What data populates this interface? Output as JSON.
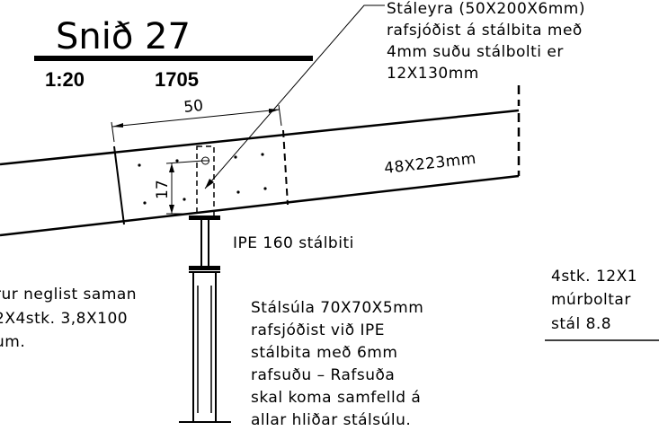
{
  "title": {
    "text": "Snið 27",
    "scale": "1:20",
    "drawing_no": "1705"
  },
  "notes": {
    "bracket": [
      "Stáleyra (50X200X6mm)",
      "rafsjóðist á stálbita með",
      "4mm suðu stálbolti er",
      "12X130mm"
    ],
    "beam_size": "48X223mm",
    "steel_beam": "IPE 160 stálbiti",
    "left_note": [
      "rur neglist saman",
      "2X4stk. 3,8X100",
      "um."
    ],
    "column": [
      "Stálsúla 70X70X5mm",
      "rafsjóðist við IPE",
      "stálbita með 6mm",
      "rafsuðu – Rafsuða",
      "skal koma samfelld á",
      "allar hliðar stálsúlu."
    ],
    "right_note": [
      "4stk. 12X1",
      "múrboltar",
      "stál 8.8"
    ]
  },
  "dimensions": {
    "width_label": "50",
    "height_label": "17"
  }
}
